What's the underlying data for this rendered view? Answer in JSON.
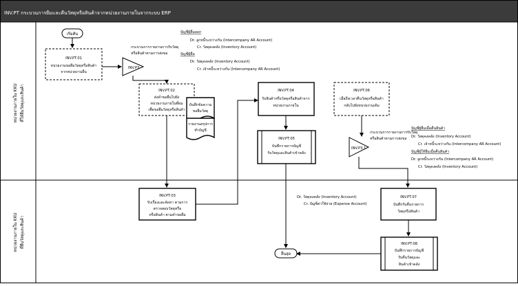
{
  "title": "INV.PT กระบวนการยืมและคืนวัสดุหรือสินค้าจากหน่วยงานภายในจากระบบ ERP",
  "lanes": [
    {
      "line1": "หน่วยงานภายใน KKU",
      "line2": "ที่ให้ยืมวัสดุและสินค้า"
    },
    {
      "line1": "หน่วยงานภายใน KKU",
      "line2": "ที่ยืมวัสดุและสินค้า"
    }
  ],
  "start": "เริ่มต้น",
  "end": "สิ้นสุด",
  "steps": {
    "p01": {
      "code": "INV.PT.01",
      "l1": "หน่วยงานขอยืมวัสดุหรือสินค้า",
      "l2": "จากหน่วยงานอื่น"
    },
    "p02": {
      "code": "INV.PT.02",
      "l1": "ส่งคำขอยืมไปยัง",
      "l2": "หน่วยงานภายในที่ผม",
      "l3": "เพื่อขอยืมวัสดุหรือสินค้า"
    },
    "p03": {
      "code": "INV.PT.03",
      "l1": "รับเรื่องและจัดหา ตามการ",
      "l2": "ตรวจสอบวัสดุหรือ",
      "l3": "หรือสินค้า ตามคำขอยืม"
    },
    "p04": {
      "code": "INV.PT.04",
      "l1": "รับสินค้าหรือวัสดุหรือสินค้าจาก",
      "l2": "หน่วยงานภายใน"
    },
    "p05": {
      "code": "INV.PT.05",
      "l1": "บันทึกรายการบัญชี",
      "l2": "รับวัสดุและสินค้าเข้าคลัง"
    },
    "p06": {
      "code": "INV.PT.06",
      "l1": "เมื่อถึงเวลาคืนวัสดุหรือสินค้า",
      "l2": "กลับไปยังหน่วยงานเดิม"
    },
    "p07": {
      "code": "INV.PT.07",
      "l1": "บันทึกรับคืนรายการ",
      "l2": "วัสดุหรือสินค้า"
    },
    "p08": {
      "code": "INV.PT.08",
      "l1": "บันทึกรายการบัญชี",
      "l2": "รับคืนวัสดุและ",
      "l3": "สินค้าเข้าคลัง"
    }
  },
  "docs": {
    "d1l1": "บันทึกข้อความ",
    "d1l2": "ขอยืมวัสดุ",
    "d2l1": "รายงานสรุปการ",
    "d2l2": "ทำบัญชี"
  },
  "connectors": {
    "c1": "INV.P3",
    "c2": "INV.P3.1"
  },
  "conn1_note": {
    "l1": "กระบวนการรายงานการรับวัสดุ",
    "l2": "หรือสินค้าตามการส่งขอ"
  },
  "conn2_note": {
    "l1": "กระบวนการรายงานการรับวัสดุ",
    "l2": "หรือสินค้าตามการส่งขอ"
  },
  "acct1": {
    "h1": "บัญชีผู้ยืมออก",
    "l1": "Dr. ลูกหนี้ระหว่างกัน (Intercompany AR Account)",
    "l2": "Cr. วัสดุคงคลัง (Inventory Account)",
    "h2": "บัญชีผู้ยืม",
    "l3": "Dr. วัสดุคงคลัง (Inventory Account)",
    "l4": "Cr. เจ้าหนี้ระหว่างกัน (Intercompany AR Account)"
  },
  "acct2": {
    "h1": "บัญชีผู้ยืมเมื่อคืนสินค้า",
    "l1": "Dr. วัสดุคงคลัง (Inventory Account)",
    "l2": "Cr. เจ้าหนี้ระหว่างกัน (Intercompany AR Account)",
    "h2": "บัญชีผู้ให้ยืมเมื่อคืนสินค้า",
    "l3": "Dr. ลูกหนี้ระหว่างกัน (Intercompany AR Account)",
    "l4": "Cr. วัสดุคงคลัง (Inventory Account)"
  },
  "acct3": {
    "l1": "Dr. วัสดุคงคลัง (Inventory Account)",
    "l2": "Cr. บัญชีค่าใช้จ่าย (Expense Account)"
  }
}
